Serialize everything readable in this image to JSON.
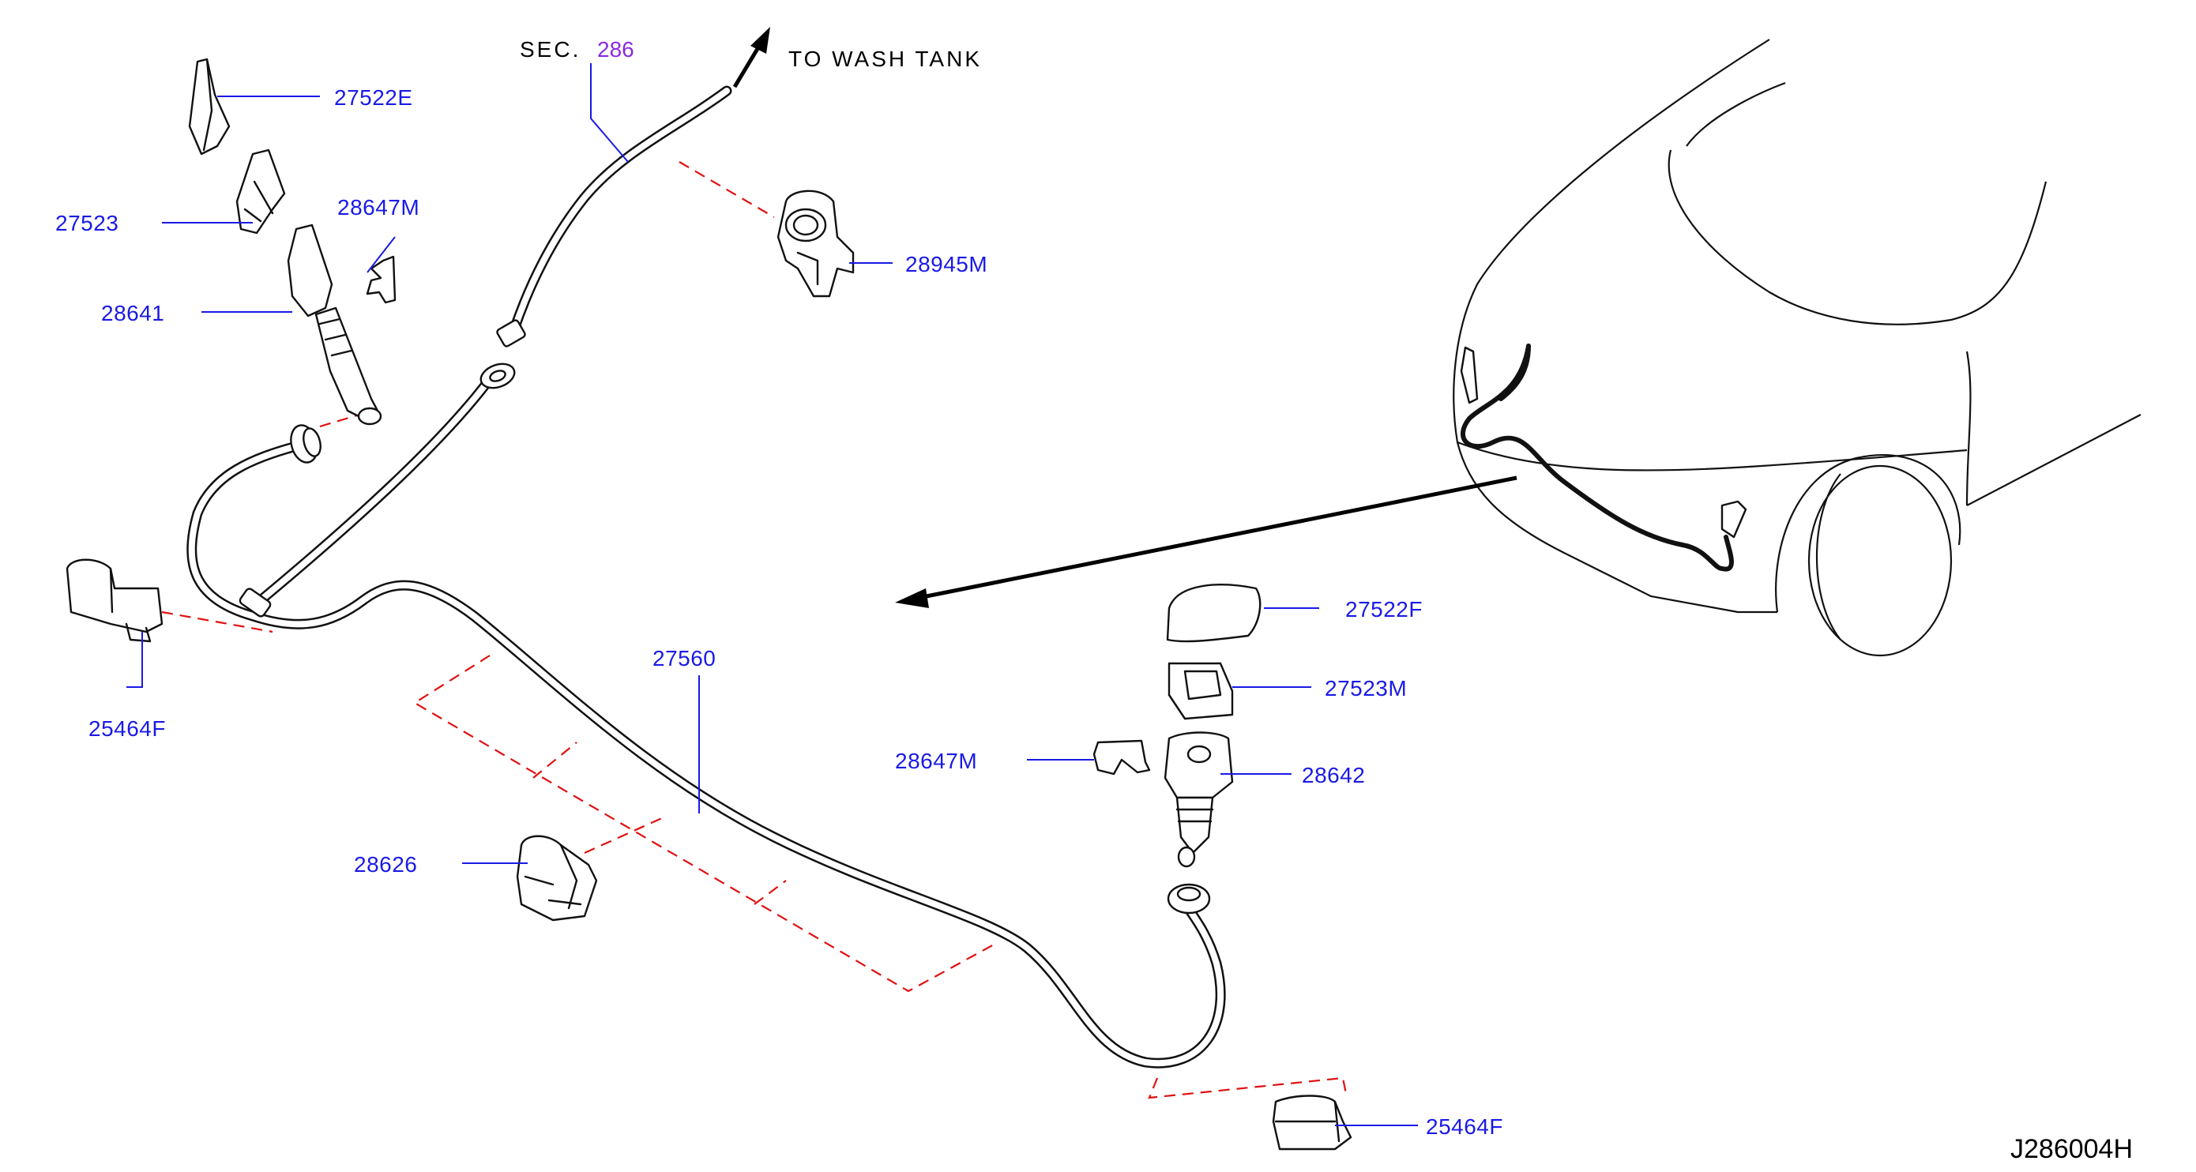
{
  "diagram_code": "J286004H",
  "section_ref": {
    "prefix": "SEC.",
    "number": "286"
  },
  "note": "TO  WASH  TANK",
  "parts": [
    {
      "id": "p1",
      "number": "27522E"
    },
    {
      "id": "p2",
      "number": "27523"
    },
    {
      "id": "p3",
      "number": "28647M"
    },
    {
      "id": "p4",
      "number": "28641"
    },
    {
      "id": "p5",
      "number": "28945M"
    },
    {
      "id": "p6",
      "number": "25464F"
    },
    {
      "id": "p7",
      "number": "27560"
    },
    {
      "id": "p8",
      "number": "28626"
    },
    {
      "id": "p9",
      "number": "27522F"
    },
    {
      "id": "p10",
      "number": "27523M"
    },
    {
      "id": "p11",
      "number": "28647M"
    },
    {
      "id": "p12",
      "number": "28642"
    },
    {
      "id": "p13",
      "number": "25464F"
    }
  ]
}
